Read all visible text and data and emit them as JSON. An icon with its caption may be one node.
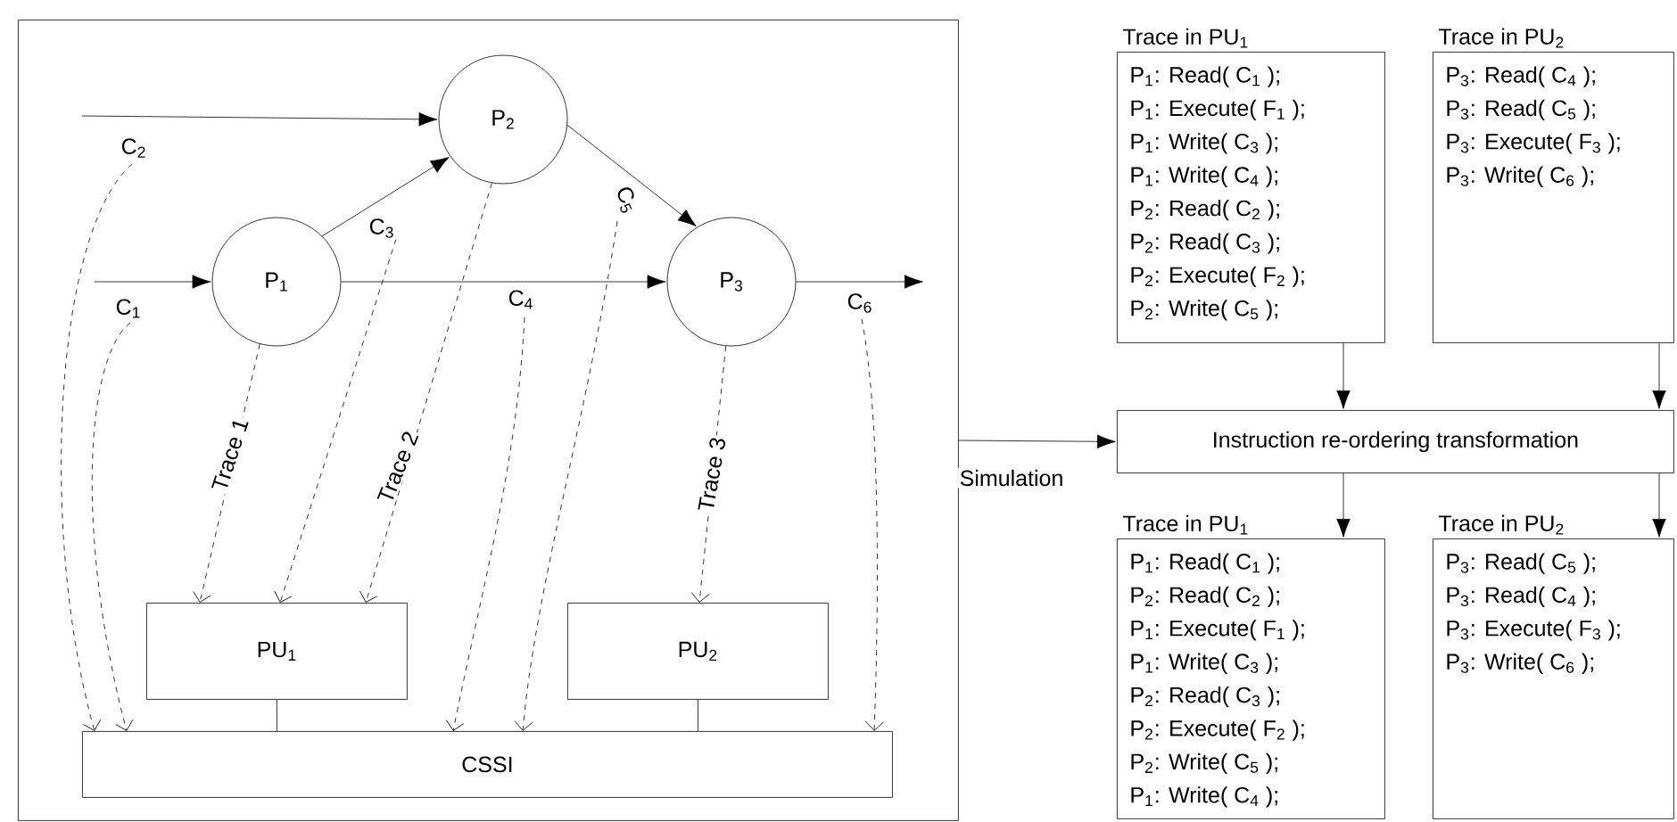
{
  "diagram": {
    "nodes": [
      {
        "text": [],
        "shape": "box"
      },
      {
        "text": [
          "P$_{2}$"
        ],
        "in": 0
      },
      {
        "text": [
          "P$_{1}$"
        ],
        "in": 0
      },
      {
        "text": [
          "P$_{3}$"
        ],
        "in": 0
      },
      {
        "text": [
          "PU$_{1}$"
        ],
        "in": 0
      },
      {
        "text": [
          "PU$_{2}$"
        ],
        "in": 0
      },
      {
        "text": [
          "CSSI"
        ],
        "in": 0
      },
      {
        "text": [
          "Trace in PU$_{1}$",
          "P$_{1}$: Read( C$_{1}$ );",
          "P$_{1}$: Execute( F$_{1}$ );",
          "P$_{1}$: Write( C$_{3}$ );",
          "P$_{1}$: Write( C$_{4}$ );",
          "P$_{2}$: Read( C$_{2}$ );",
          "P$_{2}$: Read( C$_{3}$ );",
          "P$_{2}$: Execute( F$_{2}$ );",
          "P$_{2}$: Write( C$_{5}$ );"
        ]
      },
      {
        "text": [
          "Trace in PU$_{2}$",
          "P$_{3}$: Read( C$_{4}$ );",
          "P$_{3}$: Read( C$_{5}$ );",
          "P$_{3}$: Execute( F$_{3}$ );",
          "P$_{3}$: Write( C$_{6}$ );"
        ]
      },
      {
        "text": [
          "Instruction re-ordering transformation"
        ]
      },
      {
        "text": [
          "Trace in PU$_{1}$",
          "P$_{1}$: Read( C$_{1}$ );",
          "P$_{2}$: Read( C$_{2}$ );",
          "P$_{1}$: Execute( F$_{1}$ );",
          "P$_{1}$: Write( C$_{3}$ );",
          "P$_{2}$: Read( C$_{3}$ );",
          "P$_{2}$: Execute( F$_{2}$ );",
          "P$_{2}$: Write( C$_{5}$ );",
          "P$_{1}$: Write( C$_{4}$ );"
        ]
      },
      {
        "text": [
          "Trace in PU$_{2}$",
          "P$_{3}$: Read( C$_{5}$ );",
          "P$_{3}$: Read( C$_{4}$ );",
          "P$_{3}$: Execute( F$_{3}$ );",
          "P$_{3}$: Write( C$_{6}$ );"
        ]
      }
    ],
    "edges": [
      {
        "from": null,
        "to": 1,
        "arrow": "to",
        "label": "C$_{2}$"
      },
      {
        "from": null,
        "to": 2,
        "arrow": "to",
        "label": "C$_{1}$"
      },
      {
        "from": 2,
        "to": 1,
        "arrow": "to",
        "label": "C$_{3}$"
      },
      {
        "from": 2,
        "to": 3,
        "arrow": "to",
        "label": "C$_{4}$"
      },
      {
        "from": 1,
        "to": 3,
        "arrow": "to",
        "label": "C$_{5}$"
      },
      {
        "from": 3,
        "to": null,
        "arrow": "to",
        "label": "C$_{6}$"
      },
      {
        "from": 2,
        "to": 4,
        "arrow": "to",
        "style": "dashed",
        "label": "Trace 1"
      },
      {
        "from": null,
        "to": 4,
        "arrow": "to",
        "style": "dashed"
      },
      {
        "from": 1,
        "to": 4,
        "arrow": "to",
        "style": "dashed",
        "label": "Trace 2"
      },
      {
        "from": 3,
        "to": 5,
        "arrow": "to",
        "style": "dashed",
        "label": "Trace 3"
      },
      {
        "from": null,
        "to": 6,
        "arrow": "to",
        "style": "dashed"
      },
      {
        "from": null,
        "to": 6,
        "arrow": "to",
        "style": "dashed"
      },
      {
        "from": null,
        "to": 6,
        "arrow": "to",
        "style": "dashed"
      },
      {
        "from": null,
        "to": 6,
        "arrow": "to",
        "style": "dashed"
      },
      {
        "from": null,
        "to": 6,
        "arrow": "to",
        "style": "dashed"
      },
      {
        "from": 4,
        "to": 6,
        "arrow": "none"
      },
      {
        "from": 5,
        "to": 6,
        "arrow": "none"
      },
      {
        "from": 0,
        "to": 9,
        "arrow": "to",
        "label": "Simulation"
      },
      {
        "from": 7,
        "to": 9,
        "arrow": "to"
      },
      {
        "from": 8,
        "to": 9,
        "arrow": "to"
      },
      {
        "from": 9,
        "to": 10,
        "arrow": "to"
      },
      {
        "from": 9,
        "to": 11,
        "arrow": "to"
      }
    ]
  }
}
